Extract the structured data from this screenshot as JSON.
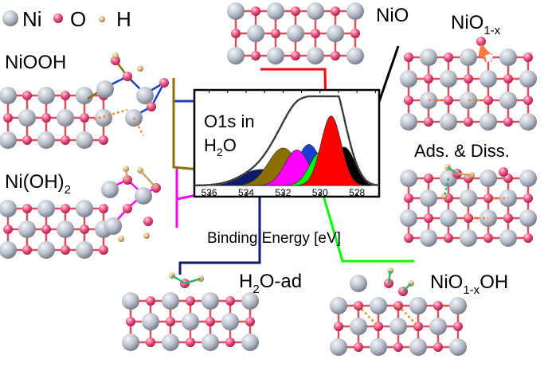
{
  "legend": {
    "items": [
      {
        "symbol": "Ni",
        "color": "#b7bcc8"
      },
      {
        "symbol": "O",
        "color": "#e8497a"
      },
      {
        "symbol": "H",
        "color": "#c9a46a"
      }
    ]
  },
  "species": {
    "nio": "NiO",
    "nio1x_base": "NiO",
    "nio1x_sub": "1-x",
    "niooh": "NiOOH",
    "nioh2_base": "Ni(OH)",
    "nioh2_sub": "2",
    "ads_diss": "Ads. & Diss.",
    "h2oad_pre": "H",
    "h2oad_sub": "2",
    "h2oad_post": "O-ad",
    "nio1xoh_pre": "NiO",
    "nio1xoh_sub": "1-x",
    "nio1xoh_post": "OH"
  },
  "xps": {
    "title_line1": "O1s in",
    "title_line2_pre": "H",
    "title_line2_sub": "2",
    "title_line2_post": "O",
    "xlabel": "Binding Energy [eV]",
    "ticks": [
      "536",
      "534",
      "532",
      "530",
      "528"
    ],
    "tick_values": [
      536,
      534,
      532,
      530,
      528
    ],
    "xlim": [
      536.8,
      526.8
    ],
    "components": [
      {
        "name": "NiO",
        "color": "#ff0000",
        "center": 529.4,
        "height": 0.78,
        "width": 0.55
      },
      {
        "name": "NiO1-x",
        "color": "#000000",
        "center": 528.7,
        "height": 0.43,
        "width": 0.6
      },
      {
        "name": "NiO1-xOH",
        "color": "#00ff00",
        "center": 529.95,
        "height": 0.38,
        "width": 0.6
      },
      {
        "name": "Ads. & Diss.",
        "color": "#1a3fd0",
        "center": 530.6,
        "height": 0.46,
        "width": 0.65
      },
      {
        "name": "Ni(OH)2",
        "color": "#ff00ff",
        "center": 531.25,
        "height": 0.4,
        "width": 0.65
      },
      {
        "name": "NiOOH",
        "color": "#8b7000",
        "center": 532.0,
        "height": 0.42,
        "width": 0.8
      },
      {
        "name": "H2O-ad",
        "color": "#0d1a6e",
        "center": 533.2,
        "height": 0.18,
        "width": 1.1
      }
    ]
  }
}
